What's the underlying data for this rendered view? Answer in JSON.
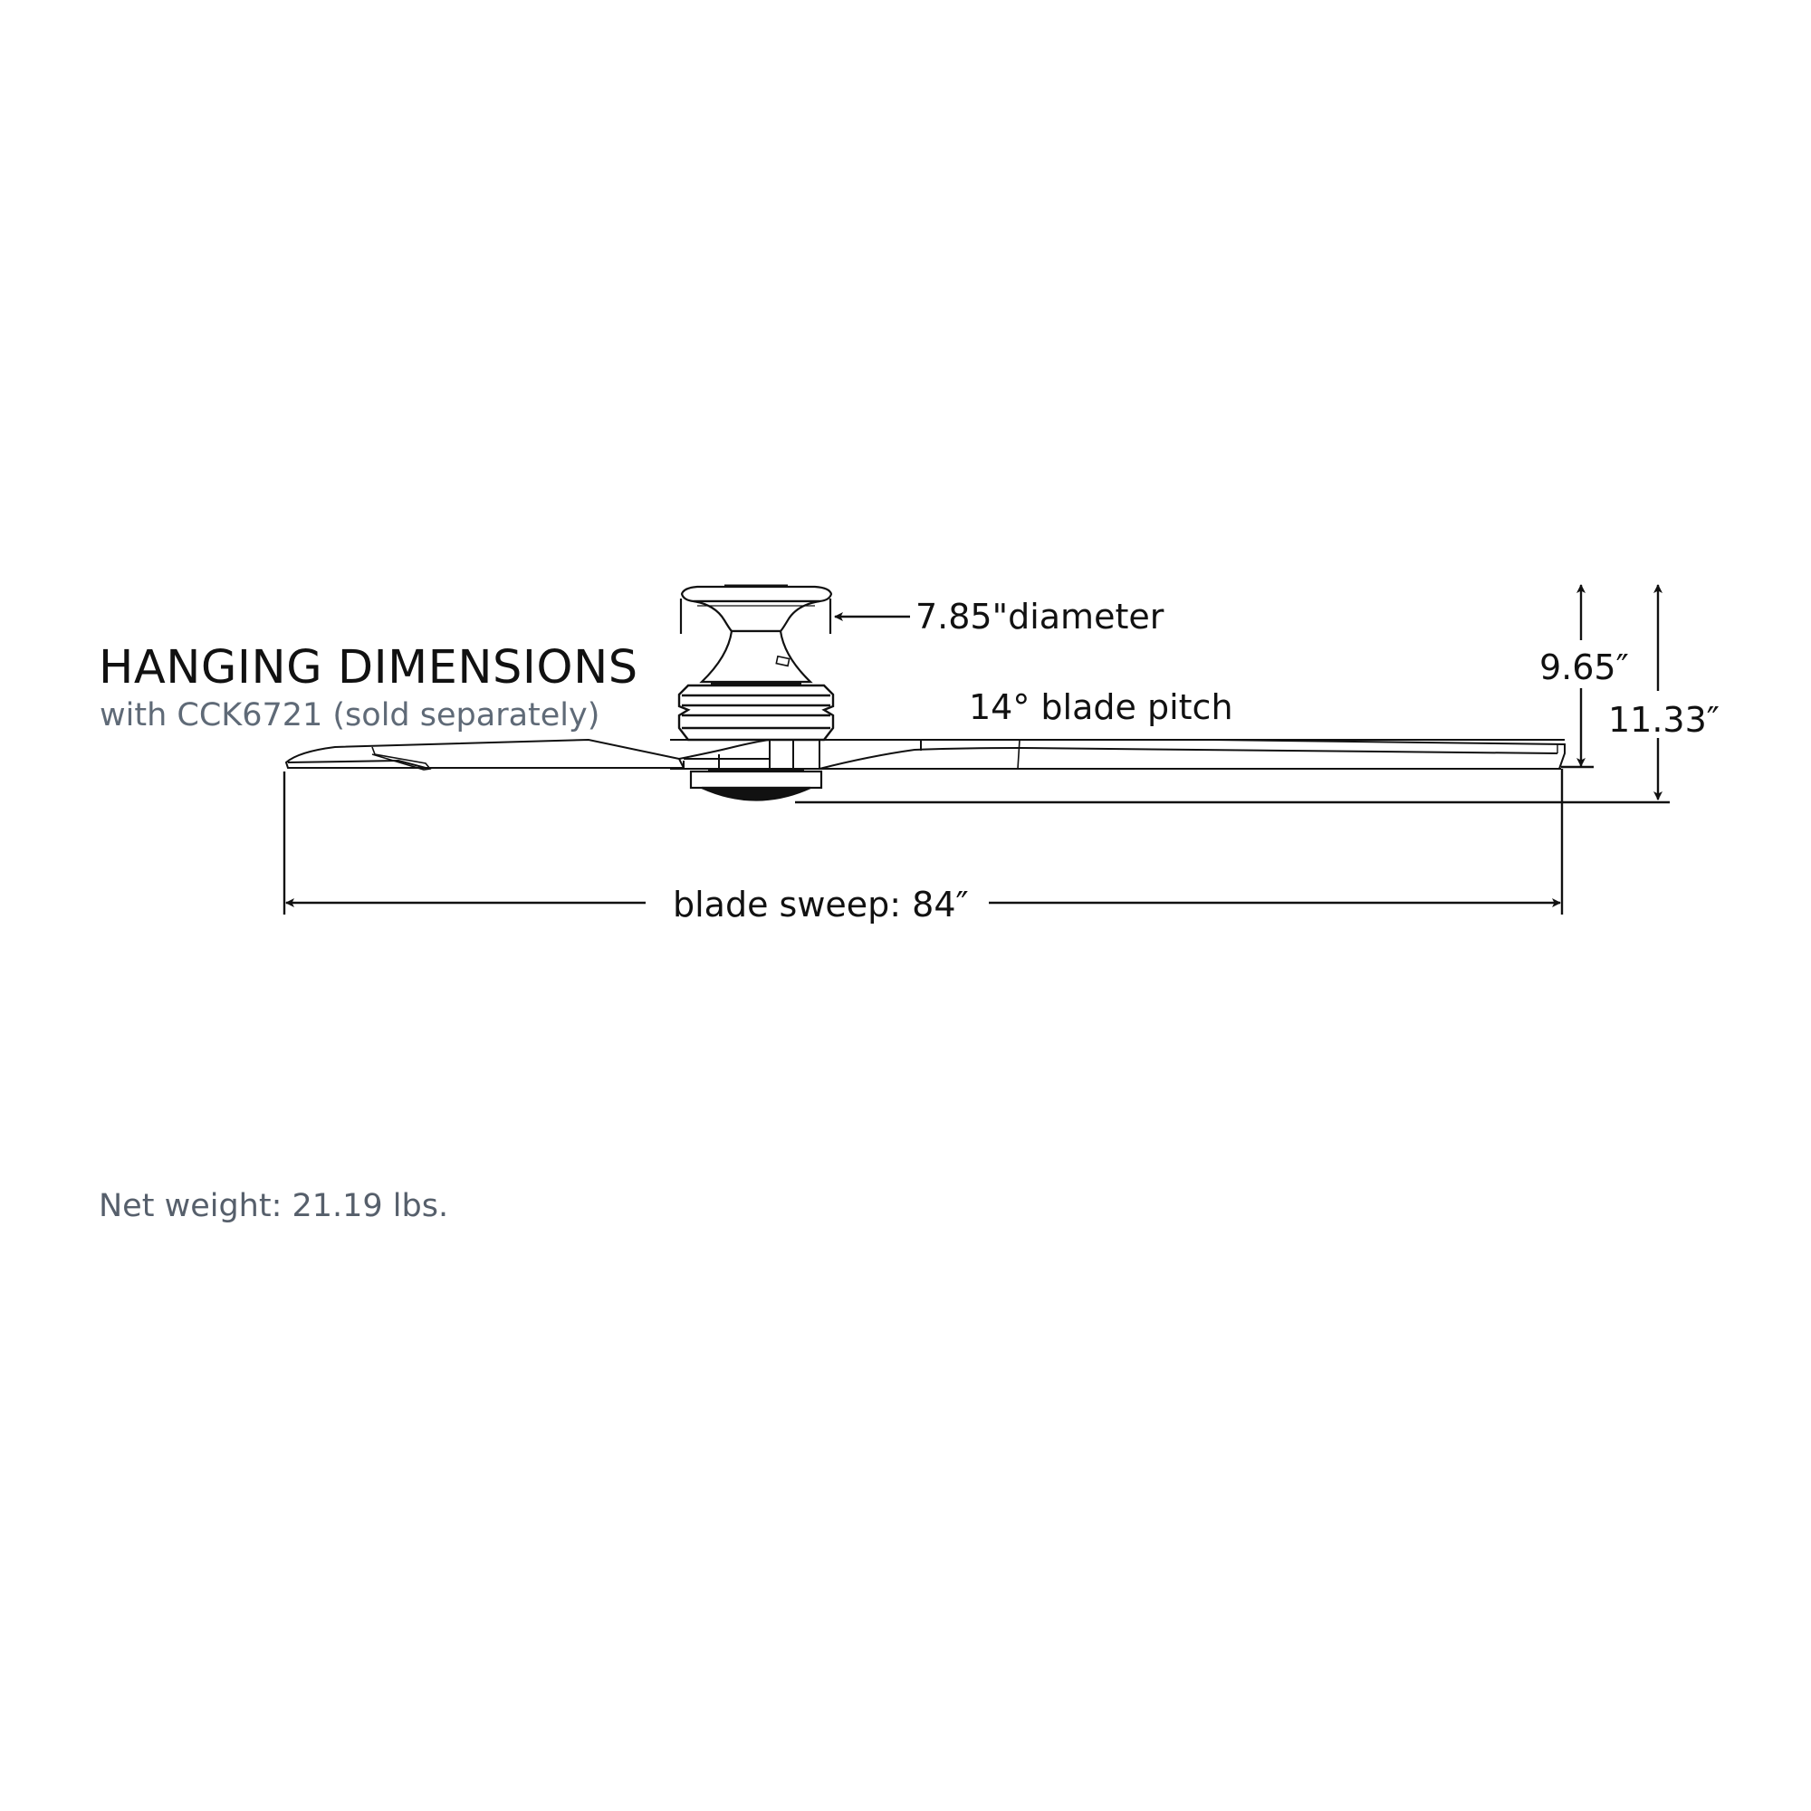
{
  "header": {
    "title": "HANGING DIMENSIONS",
    "subtitle": "with CCK6721 (sold separately)"
  },
  "dimensions": {
    "canopy_diameter": "7.85\"diameter",
    "blade_pitch": "14° blade pitch",
    "height_short": "9.65″",
    "height_tall": "11.33″",
    "blade_sweep": "blade sweep: 84″"
  },
  "footer": {
    "net_weight": "Net weight: 21.19 lbs."
  },
  "colors": {
    "line": "#111111",
    "title": "#111111",
    "subtitle": "#5f6a77",
    "footnote": "#565f6b",
    "background": "#ffffff"
  }
}
